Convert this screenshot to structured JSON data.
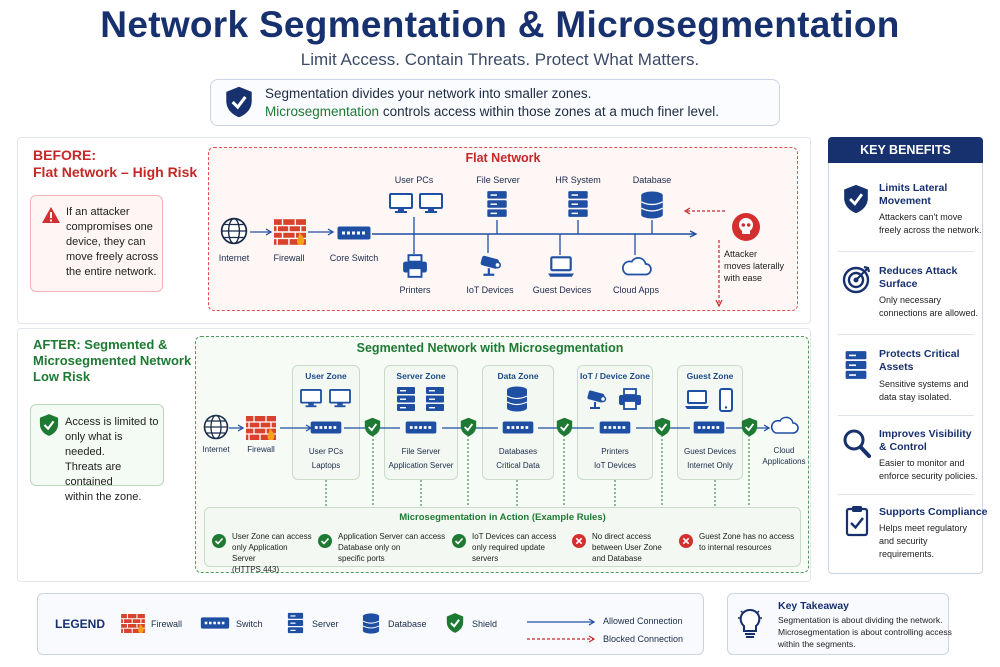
{
  "header": {
    "title": "Network Segmentation & Microsegmentation",
    "subtitle": "Limit Access. Contain Threats. Protect What Matters."
  },
  "intro": {
    "line1": "Segmentation divides your network into smaller zones.",
    "line2_highlight": "Microsegmentation",
    "line2_rest": " controls access within those zones at a much finer level."
  },
  "before": {
    "heading1": "BEFORE:",
    "heading2": "Flat Network – High Risk",
    "note": [
      "If an attacker",
      "compromises one",
      "device, they can",
      "move freely across",
      "the entire network."
    ],
    "box_title": "Flat Network",
    "top_labels": [
      "User PCs",
      "File Server",
      "HR System",
      "Database"
    ],
    "left_labels": [
      "Internet",
      "Firewall",
      "Core Switch"
    ],
    "bottom_labels": [
      "Printers",
      "IoT Devices",
      "Guest Devices",
      "Cloud Apps"
    ],
    "attacker": [
      "Attacker",
      "moves laterally",
      "with ease"
    ]
  },
  "after": {
    "heading1": "AFTER: Segmented &",
    "heading2": "Microsegmented Network –",
    "heading3": "Low Risk",
    "note": [
      "Access is limited to",
      "only what is needed.",
      "Threats are contained",
      "within the zone."
    ],
    "box_title": "Segmented Network with Microsegmentation",
    "left_labels": [
      "Internet",
      "Firewall"
    ],
    "zones": [
      {
        "title": "User Zone",
        "l1": "User PCs",
        "l2": "Laptops"
      },
      {
        "title": "Server Zone",
        "l1": "File Server",
        "l2": "Application Server"
      },
      {
        "title": "Data Zone",
        "l1": "Databases",
        "l2": "Critical Data"
      },
      {
        "title": "IoT / Device Zone",
        "l1": "Printers",
        "l2": "IoT Devices"
      },
      {
        "title": "Guest Zone",
        "l1": "Guest Devices",
        "l2": "Internet Only"
      }
    ],
    "cloud": [
      "Cloud",
      "Applications"
    ],
    "rules_title": "Microsegmentation in Action (Example Rules)",
    "rules": [
      {
        "ok": true,
        "lines": [
          "User Zone can access",
          "only Application Server",
          "(HTTPS 443)"
        ]
      },
      {
        "ok": true,
        "lines": [
          "Application Server can access",
          "Database only on",
          "specific ports"
        ]
      },
      {
        "ok": true,
        "lines": [
          "IoT Devices can access",
          "only required update",
          "servers"
        ]
      },
      {
        "ok": false,
        "lines": [
          "No direct access",
          "between User Zone",
          "and Database"
        ]
      },
      {
        "ok": false,
        "lines": [
          "Guest Zone has no access",
          "to internal resources"
        ]
      }
    ]
  },
  "benefits": {
    "title": "KEY BENEFITS",
    "items": [
      {
        "icon": "shield-check-icon",
        "title": [
          "Limits Lateral",
          "Movement"
        ],
        "desc": [
          "Attackers can't move",
          "freely across the network."
        ]
      },
      {
        "icon": "target-icon",
        "title": [
          "Reduces Attack",
          "Surface"
        ],
        "desc": [
          "Only necessary",
          "connections are allowed."
        ]
      },
      {
        "icon": "server-icon",
        "title": [
          "Protects Critical",
          "Assets"
        ],
        "desc": [
          "Sensitive systems and",
          "data stay isolated."
        ]
      },
      {
        "icon": "magnifier-icon",
        "title": [
          "Improves Visibility",
          "& Control"
        ],
        "desc": [
          "Easier to monitor and",
          "enforce security policies."
        ]
      },
      {
        "icon": "clipboard-check-icon",
        "title": [
          "Supports Compliance"
        ],
        "desc": [
          "Helps meet regulatory",
          "and security",
          "requirements."
        ]
      }
    ]
  },
  "legend": {
    "title": "LEGEND",
    "items": [
      "Firewall",
      "Switch",
      "Server",
      "Database",
      "Shield"
    ],
    "allowed": "Allowed Connection",
    "blocked": "Blocked Connection"
  },
  "takeaway": {
    "title": "Key Takeaway",
    "lines": [
      "Segmentation is about dividing the network.",
      "Microsegmentation is about controlling access",
      "within the segments."
    ]
  },
  "colors": {
    "navy": "#17306e",
    "red": "#c62828",
    "green": "#1e7a33",
    "blue": "#1f4fa3"
  }
}
